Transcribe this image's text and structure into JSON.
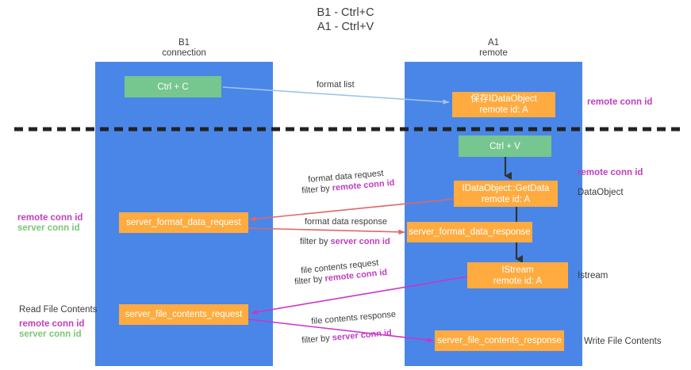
{
  "title_lines": [
    "B1 - Ctrl+C",
    "A1 - Ctrl+V"
  ],
  "lanes": [
    {
      "id": "b1",
      "title": "B1",
      "subtitle": "connection"
    },
    {
      "id": "a1",
      "title": "A1",
      "subtitle": "remote"
    }
  ],
  "nodes": {
    "ctrl_c": "Ctrl + C",
    "ctrl_v": "Ctrl + V",
    "idataobject_line1": "保存IDataObject",
    "idataobject_line2": "remote id: A",
    "getdata_line1": "IDataObject::GetData",
    "getdata_line2": "remote id: A",
    "istream_line1": "IStream",
    "istream_line2": "remote id: A",
    "server_format_data_request": "server_format_data_request",
    "server_format_data_response": "server_format_data_response",
    "server_file_contents_request": "server_file_contents_request",
    "server_file_contents_response": "server_file_contents_response"
  },
  "edge_labels": {
    "format_list": "format list",
    "format_data_request": "format data request",
    "format_data_request_filter_prefix": "filter by ",
    "format_data_request_filter_key": "remote conn id",
    "format_data_response": "format data response",
    "format_data_response_filter_prefix": "filter by ",
    "format_data_response_filter_key": "server conn id",
    "file_contents_request": "file contents request",
    "file_contents_request_filter_prefix": "filter by ",
    "file_contents_request_filter_key": "remote conn id",
    "file_contents_response": "file contents response",
    "file_contents_response_filter_prefix": "filter by ",
    "file_contents_response_filter_key": "server conn id"
  },
  "annotations": {
    "right_remote_conn_id_top": "remote conn id",
    "right_remote_conn_id_mid": "remote conn id",
    "right_dataobject": "DataObject",
    "right_istream": "Istream",
    "right_write_file_contents": "Write File Contents",
    "left_remote_conn_id_mid": "remote conn id",
    "left_server_conn_id_mid": "server conn id",
    "left_read_file_contents": "Read File Contents",
    "left_remote_conn_id_bottom": "remote conn id",
    "left_server_conn_id_bottom": "server conn id"
  },
  "colors": {
    "lane": "#4a86e8",
    "node_orange": "#ffab40",
    "node_green": "#76c68f",
    "remote_key": "#bf3fbf",
    "server_key": "#7cc576",
    "arrow_blue": "#9fc5e8",
    "arrow_red": "#e06666",
    "arrow_magenta": "#cc33cc",
    "arrow_black": "#333333",
    "divider": "#222222"
  }
}
